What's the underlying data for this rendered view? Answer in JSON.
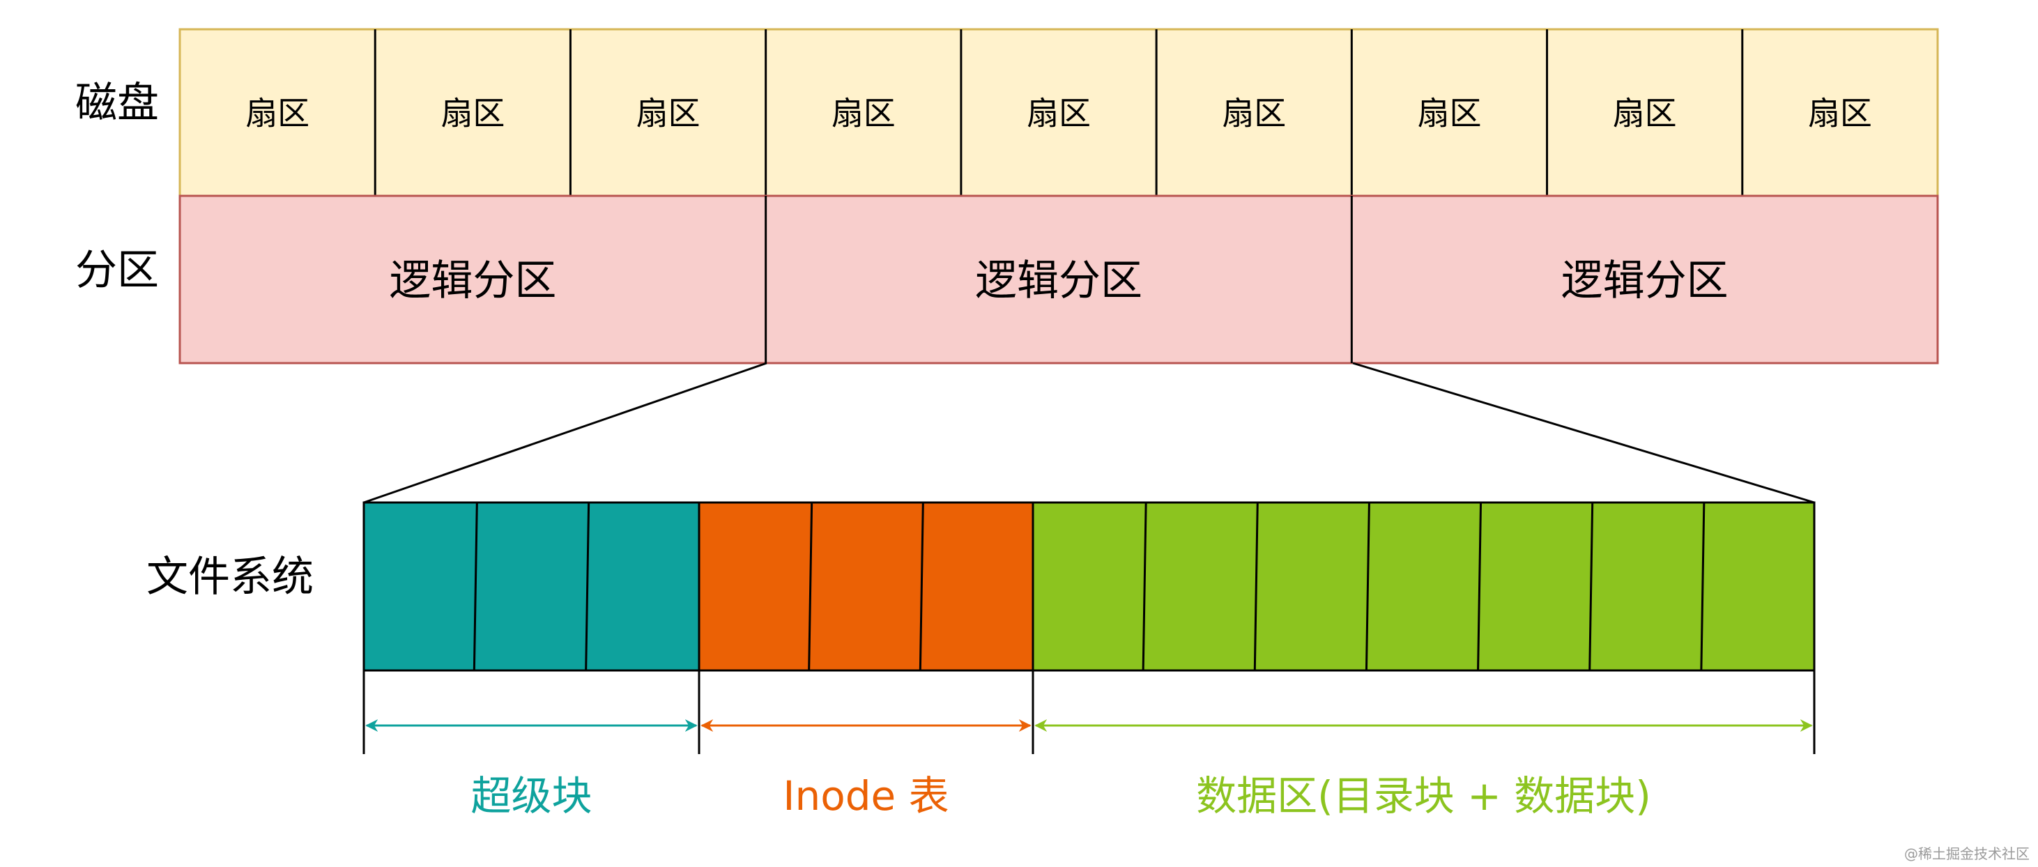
{
  "rows": {
    "disk": {
      "label": "磁盘",
      "cells": [
        "扇区",
        "扇区",
        "扇区",
        "扇区",
        "扇区",
        "扇区",
        "扇区",
        "扇区",
        "扇区"
      ]
    },
    "partition": {
      "label": "分区",
      "cells": [
        "逻辑分区",
        "逻辑分区",
        "逻辑分区"
      ]
    }
  },
  "filesystem": {
    "label": "文件系统",
    "segments": [
      {
        "name": "superblock",
        "label": "超级块",
        "blocks": 3,
        "color": "#0ea29d"
      },
      {
        "name": "inode-table",
        "label": "Inode 表",
        "blocks": 3,
        "color": "#eb6105"
      },
      {
        "name": "data-area",
        "label": "数据区(目录块 + 数据块)",
        "blocks": 7,
        "color": "#8cc41f"
      }
    ]
  },
  "colors": {
    "disk_fill": "#fff2cc",
    "disk_stroke": "#d6b656",
    "partition_fill": "#f8cecc",
    "partition_stroke": "#b85450",
    "line": "#000000"
  },
  "watermark": "@稀土掘金技术社区"
}
